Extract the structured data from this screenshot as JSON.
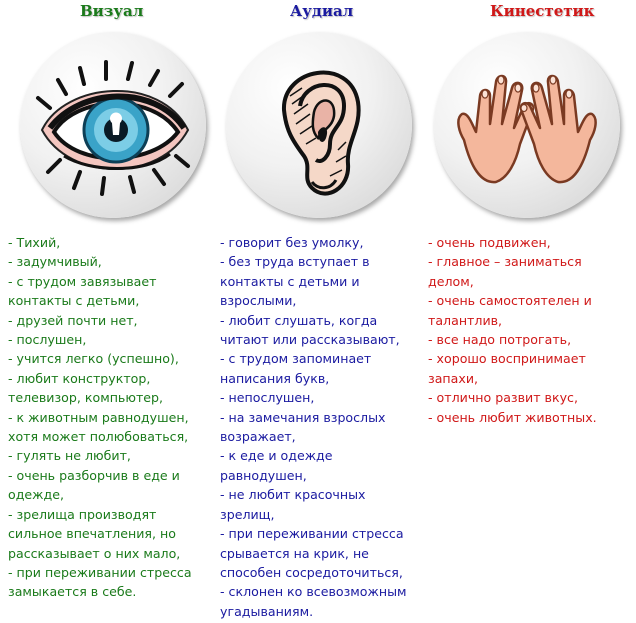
{
  "columns": [
    {
      "title": "Визуал",
      "color": "#1a7a1a",
      "icon": "eye-icon",
      "lines": [
        "- Тихий,",
        "- задумчивый,",
        "- с трудом завязывает",
        "контакты с детьми,",
        "- друзей почти нет,",
        "- послушен,",
        "- учится легко (успешно),",
        "- любит конструктор,",
        "телевизор, компьютер,",
        "- к животным равнодушен,",
        "хотя может полюбоваться,",
        "- гулять не любит,",
        "- очень разборчив в еде и",
        "одежде,",
        "- зрелища производят",
        "сильное впечатления, но",
        "рассказывает о них мало,",
        "- при переживании стресса",
        "замыкается в себе."
      ]
    },
    {
      "title": "Аудиал",
      "color": "#1a1aa0",
      "icon": "ear-icon",
      "lines": [
        "- говорит без умолку,",
        "- без труда вступает в",
        "контакты с детьми и",
        "взрослыми,",
        "- любит слушать, когда",
        "читают или рассказывают,",
        "- с трудом запоминает",
        "написания букв,",
        "- непослушен,",
        "- на замечания взрослых",
        "возражает,",
        "- к еде и одежде",
        "равнодушен,",
        "- не любит красочных",
        "зрелищ,",
        "- при переживании стресса",
        "срывается на крик, не",
        "способен сосредоточиться,",
        "- склонен ко всевозможным",
        "угадываниям."
      ]
    },
    {
      "title": "Кинестетик",
      "color": "#d01818",
      "icon": "hands-icon",
      "lines": [
        "- очень подвижен,",
        "- главное – заниматься",
        "делом,",
        "- очень самостоятелен и",
        "талантлив,",
        "- все надо потрогать,",
        "- хорошо воспринимает",
        "запахи,",
        "- отлично развит вкус,",
        "- очень любит животных."
      ]
    }
  ]
}
